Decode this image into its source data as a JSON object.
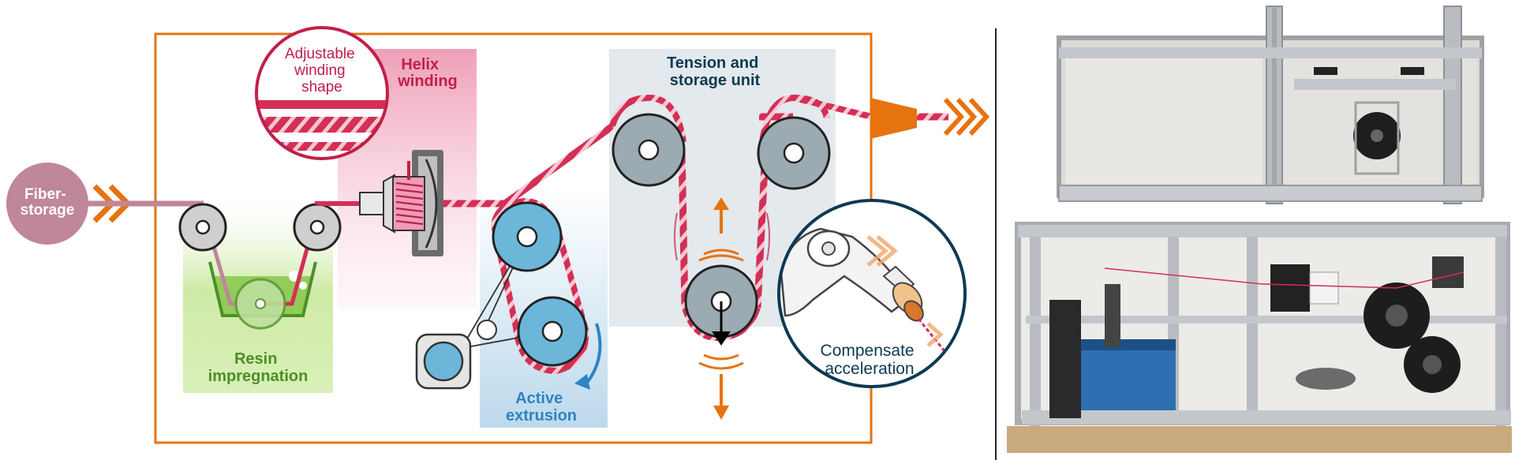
{
  "labels": {
    "fiber_storage": [
      "Fiber-",
      "storage"
    ],
    "adjustable_winding_shape": [
      "Adjustable",
      "winding",
      "shape"
    ],
    "helix_winding": [
      "Helix",
      "winding"
    ],
    "tension_storage": [
      "Tension and",
      "storage unit"
    ],
    "resin_impregnation": [
      "Resin",
      "impregnation"
    ],
    "active_extrusion": [
      "Active",
      "extrusion"
    ],
    "compensate_acceleration": [
      "Compensate",
      "acceleration"
    ]
  },
  "colors": {
    "orange": "#e6730f",
    "fiber_red": "#d42f55",
    "fiber_mauve": "#c0869a",
    "resin_green": "#7cc23c",
    "resin_text": "#4c8f26",
    "blue_pulley": "#6cb6da",
    "grey_pulley": "#9caab2",
    "title_navy": "#0d3a52",
    "helix_text": "#c02048",
    "extrusion_text": "#2c84c2",
    "pink_helix_bg": "#f2b6c8",
    "extrusion_bg": "#cfe4f1",
    "tension_bg": "#e3e9ec"
  },
  "photo": {
    "description_icon": "machine-photo"
  }
}
